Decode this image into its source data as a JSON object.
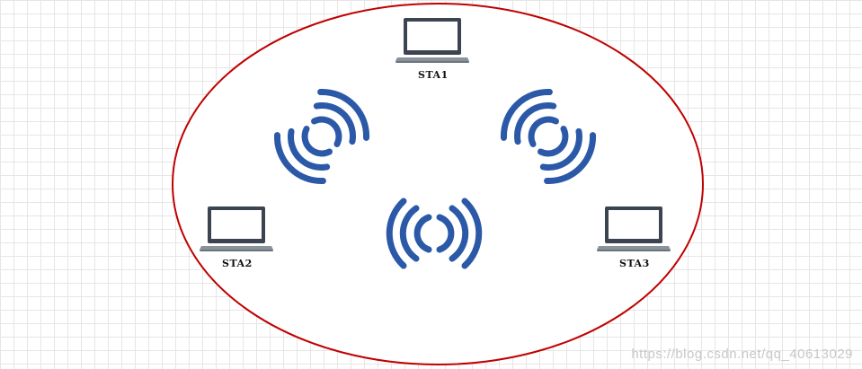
{
  "diagram": {
    "stations": [
      {
        "label": "STA1"
      },
      {
        "label": "STA2"
      },
      {
        "label": "STA3"
      }
    ],
    "watermark": "https://blog.csdn.net/qq_40613029",
    "colors": {
      "boundary": "#c00000",
      "signal": "#2b59a8",
      "laptop_frame": "#3b4450",
      "laptop_body": "#8a939c"
    }
  }
}
